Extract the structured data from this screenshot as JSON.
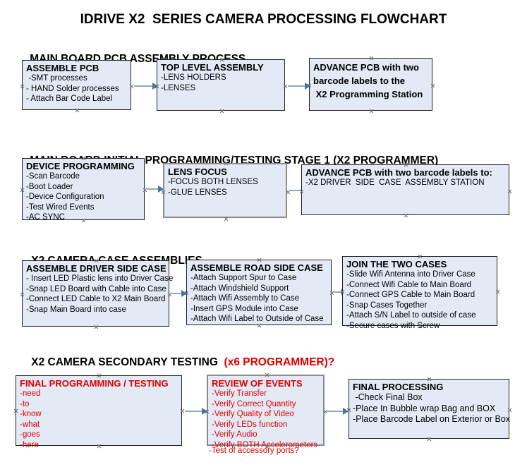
{
  "title": "IDRIVE X2  SERIES CAMERA PROCESSING FLOWCHART",
  "sections": [
    {
      "header": "MAIN BOARD PCB ASSEMBLY PROCESS",
      "header_red": ""
    },
    {
      "header": "MAIN BOARD INITIAL PROGRAMMING/TESTING STAGE 1 (X2 PROGRAMMER)",
      "header_red": ""
    },
    {
      "header": "X2 CAMERA CASE ASSEMBLIES",
      "header_red": ""
    },
    {
      "header": "X2 CAMERA SECONDARY TESTING  ",
      "header_red": "(x6 PROGRAMMER)?"
    }
  ],
  "nodes": {
    "assemble_pcb": {
      "title": "ASSEMBLE PCB",
      "lines": [
        " -SMT processes",
        "- HAND Solder processes",
        "- Attach Bar Code Label"
      ]
    },
    "top_level_assembly": {
      "title": "TOP LEVEL ASSEMBLY",
      "lines": [
        "-LENS HOLDERS",
        "-LENSES"
      ]
    },
    "advance_pcb_station": {
      "title": "ADVANCE PCB with two\nbarcode labels to the\n X2 Programming Station",
      "lines": []
    },
    "device_programming": {
      "title": "DEVICE PROGRAMMING",
      "lines": [
        "-Scan Barcode",
        "-Boot Loader",
        "-Device Configuration",
        "-Test Wired Events",
        "-AC SYNC"
      ]
    },
    "lens_focus": {
      "title": "LENS FOCUS",
      "lines": [
        "-FOCUS BOTH LENSES",
        "-GLUE LENSES"
      ]
    },
    "advance_pcb_driver_side": {
      "title": "ADVANCE PCB with two barcode labels to:",
      "lines": [
        "-X2 DRIVER  SIDE  CASE  ASSEMBLY STATION"
      ]
    },
    "assemble_driver_side_case": {
      "title": "ASSEMBLE DRIVER SIDE CASE",
      "lines": [
        "- Insert LED Plastic lens into Driver Case",
        "-Snap LED Board with Cable into Case",
        "-Connect LED Cable to X2 Main Board",
        "-Snap Main Board into case"
      ]
    },
    "assemble_road_side_case": {
      "title": "ASSEMBLE ROAD SIDE CASE",
      "lines": [
        "-Attach Support Spur to Case",
        "-Attach Windshield Support",
        "-Attach Wifi Assembly to Case",
        "-Insert GPS Module into Case",
        "-Attach Wifi Label to Outside of Case"
      ]
    },
    "join_the_two_cases": {
      "title": "JOIN THE TWO CASES",
      "lines": [
        "-Slide Wifi Antenna into Driver Case",
        "-Connect Wifi Cable to Main Board",
        "-Connect GPS Cable to Main Board",
        "-Snap Cases Together",
        "-Attach S/N Label to outside of case",
        "-Secure cases with Screw"
      ]
    },
    "final_programming_testing": {
      "title": "FINAL PROGRAMMING / TESTING",
      "lines": [
        "-need",
        "-to",
        "-know",
        "-what",
        "-goes",
        "-here"
      ]
    },
    "review_of_events": {
      "title": "REVIEW OF EVENTS",
      "lines": [
        "-Verify Transfer",
        "-Verify Correct Quantity",
        "-Verify Quality of Video",
        "-Verify LEDs function",
        "-Verify Audio",
        "-Verify BOTH Accelerometers"
      ],
      "overflow_line": "-Test of accessory ports?"
    },
    "final_processing": {
      "title": "FINAL PROCESSING",
      "lines": [
        " -Check Final Box",
        "-Place In Bubble wrap Bag and BOX",
        "-Place Barcode Label on Exterior or Box"
      ]
    }
  },
  "colors": {
    "node_fill": "#e3eaf5",
    "node_border": "#202020",
    "node_border_gray": "#8c8c8c",
    "connector": "#8fa9c4",
    "arrow_head": "#4472a8",
    "accent_red": "#e00000",
    "text": "#000000"
  }
}
